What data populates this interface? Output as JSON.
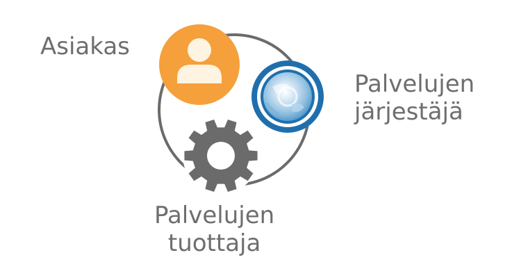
{
  "nodes": {
    "customer": {
      "label": "Asiakas",
      "icon": "person-icon",
      "color": "#f5a03b"
    },
    "organizer": {
      "label_line1": "Palvelujen",
      "label_line2": "järjestäjä",
      "icon": "globe-eye-icon",
      "color": "#1f6fae"
    },
    "producer": {
      "label_line1": "Palvelujen",
      "label_line2": "tuottaja",
      "icon": "gear-icon",
      "color": "#6b6b6b"
    }
  },
  "colors": {
    "connector": "#6b6b6b",
    "text": "#6e6e6e"
  }
}
